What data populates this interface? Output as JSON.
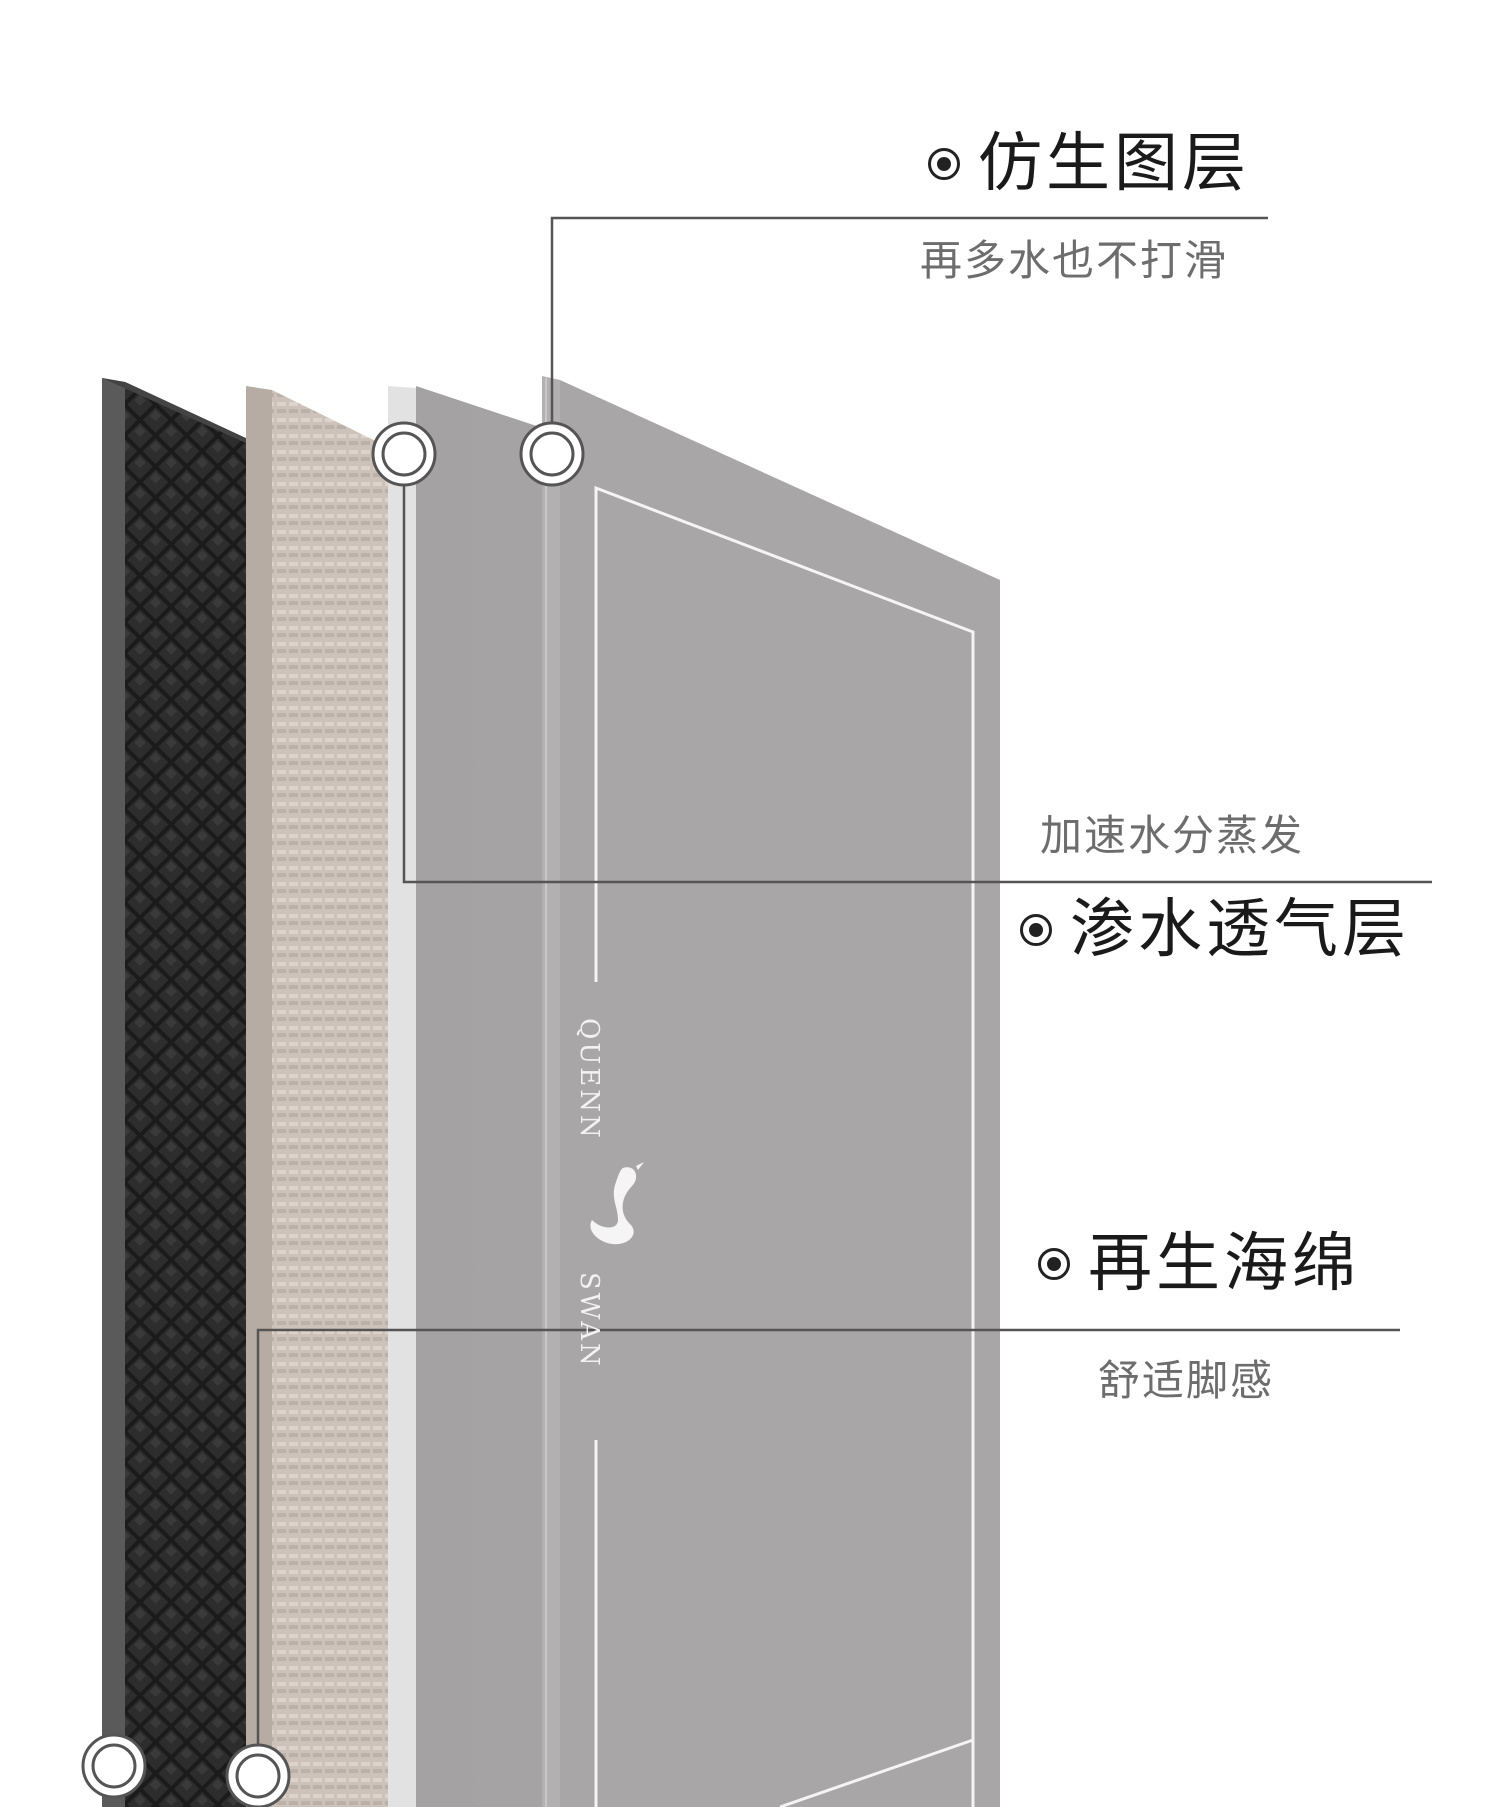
{
  "layers": [
    {
      "title": "仿生图层",
      "subtitle": "再多水也不打滑"
    },
    {
      "title": "渗水透气层",
      "subtitle": "加速水分蒸发"
    },
    {
      "title": "再生海绵",
      "subtitle": "舒适脚感"
    }
  ],
  "brand": {
    "top": "QUENN",
    "bottom": "SWAN"
  },
  "icons": {
    "bullet": "radio-dot-icon",
    "pin": "ring-pin-icon",
    "logo": "swan-logo-icon"
  },
  "colors": {
    "grey_panel": "#a7a5a5",
    "grey_panel_light": "#b9b7b7",
    "black_layer": "#1f1f1f",
    "beige_layer": "#cfc4bb",
    "leader_line": "#555555"
  }
}
